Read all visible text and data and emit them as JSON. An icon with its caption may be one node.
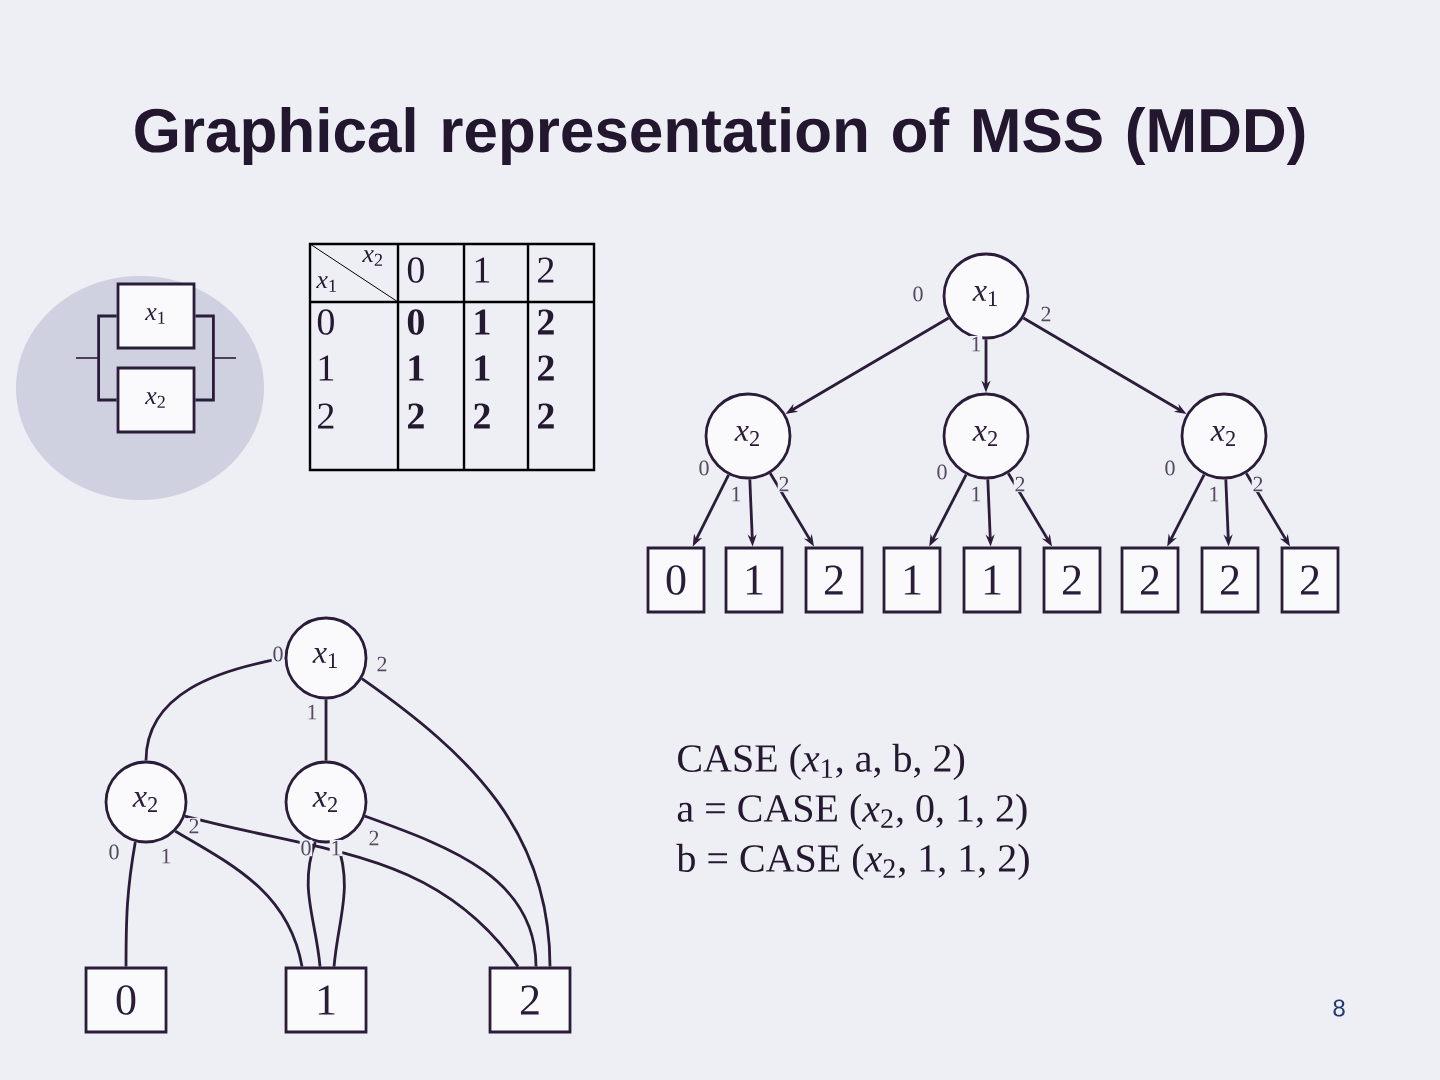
{
  "diagram": {
    "title": "Graphical representation of MSS (MDD)",
    "nodes": [
      {
        "text": [],
        "shape": "circle"
      },
      {
        "text": [
          "*x*$_{1}$"
        ],
        "in": 0
      },
      {
        "text": [
          "*x*$_{2}$"
        ],
        "in": 0
      },
      {
        "text": [
          "*x*$_{1}$"
        ]
      },
      {
        "text": [
          "*x*$_{2}$"
        ]
      },
      {
        "text": [
          "*x*$_{2}$"
        ]
      },
      {
        "text": [
          "*x*$_{2}$"
        ]
      },
      {
        "text": [
          "0"
        ]
      },
      {
        "text": [
          "1"
        ]
      },
      {
        "text": [
          "2"
        ]
      },
      {
        "text": [
          "1"
        ]
      },
      {
        "text": [
          "1"
        ]
      },
      {
        "text": [
          "2"
        ]
      },
      {
        "text": [
          "2"
        ]
      },
      {
        "text": [
          "2"
        ]
      },
      {
        "text": [
          "2"
        ]
      },
      {
        "text": [
          "*x*$_{1}$"
        ]
      },
      {
        "text": [
          "*x*$_{2}$"
        ]
      },
      {
        "text": [
          "*x*$_{2}$"
        ]
      },
      {
        "text": [
          "0"
        ]
      },
      {
        "text": [
          "1"
        ]
      },
      {
        "text": [
          "2"
        ]
      }
    ],
    "edges": [
      {
        "from": 1,
        "to": 2,
        "arrow": "none"
      },
      {
        "from": 1,
        "to": 2,
        "arrow": "none"
      },
      {
        "from": 3,
        "to": 4,
        "arrow": "to",
        "label": "0"
      },
      {
        "from": 3,
        "to": 5,
        "arrow": "to",
        "label": "1"
      },
      {
        "from": 3,
        "to": 6,
        "arrow": "to",
        "label": "2"
      },
      {
        "from": 4,
        "to": 7,
        "arrow": "to",
        "label": "0"
      },
      {
        "from": 4,
        "to": 8,
        "arrow": "to",
        "label": "1"
      },
      {
        "from": 4,
        "to": 9,
        "arrow": "to",
        "label": "2"
      },
      {
        "from": 5,
        "to": 10,
        "arrow": "to",
        "label": "0"
      },
      {
        "from": 5,
        "to": 11,
        "arrow": "to",
        "label": "1"
      },
      {
        "from": 5,
        "to": 12,
        "arrow": "to",
        "label": "2"
      },
      {
        "from": 6,
        "to": 13,
        "arrow": "to",
        "label": "0"
      },
      {
        "from": 6,
        "to": 14,
        "arrow": "to",
        "label": "1"
      },
      {
        "from": 6,
        "to": 15,
        "arrow": "to",
        "label": "2"
      },
      {
        "from": 16,
        "to": 17,
        "arrow": "none",
        "label": "0"
      },
      {
        "from": 16,
        "to": 18,
        "arrow": "none",
        "label": "1"
      },
      {
        "from": 16,
        "to": 21,
        "arrow": "none",
        "label": "2"
      },
      {
        "from": 17,
        "to": 19,
        "arrow": "none",
        "label": "0"
      },
      {
        "from": 17,
        "to": 20,
        "arrow": "none",
        "label": "1"
      },
      {
        "from": 17,
        "to": 21,
        "arrow": "none",
        "label": "2"
      },
      {
        "from": 18,
        "to": 20,
        "arrow": "none",
        "label": "0"
      },
      {
        "from": 18,
        "to": 20,
        "arrow": "none",
        "label": "1"
      },
      {
        "from": 18,
        "to": 21,
        "arrow": "none",
        "label": "2"
      }
    ],
    "labels": [
      "*x*$_{2}$",
      "*x*$_{1}$",
      "0",
      "1",
      "2",
      "0",
      "0",
      "1",
      "2",
      "1",
      "1",
      "1",
      "2",
      "2",
      "2",
      "2",
      "2",
      "CASE (*x*$_{1}$,  a, b, 2)",
      "a = CASE (*x*$_{2}$,  0, 1, 2)",
      "b = CASE (*x*$_{2}$,  1, 1, 2)",
      "8"
    ]
  }
}
